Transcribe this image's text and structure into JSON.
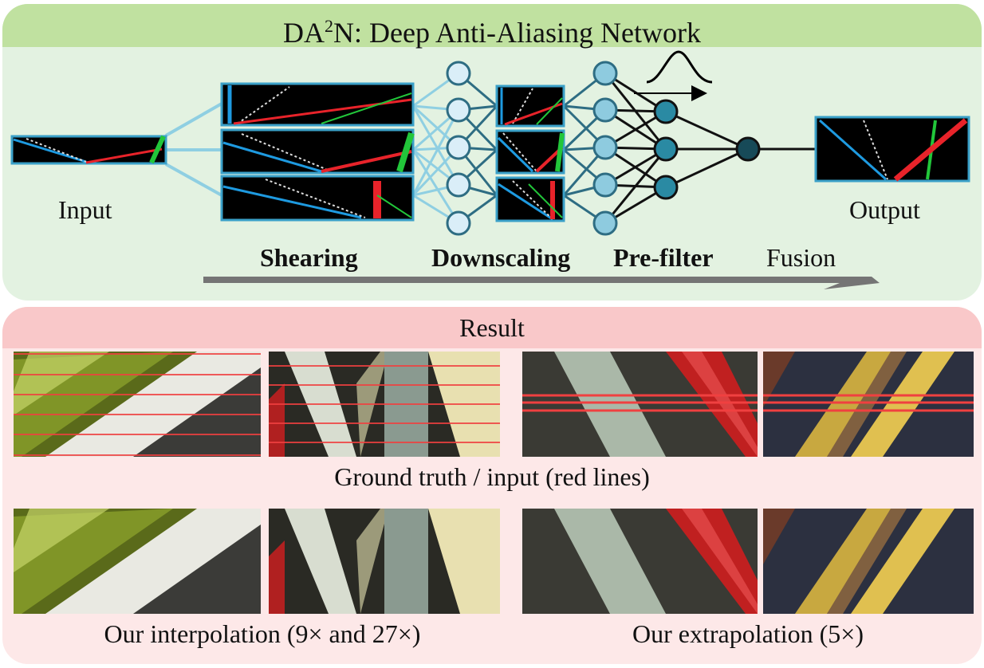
{
  "title": {
    "prefix": "DA",
    "sup": "2",
    "suffix": "N: Deep Anti-Aliasing Network"
  },
  "network": {
    "input_label": "Input",
    "output_label": "Output",
    "stages": [
      "Shearing",
      "Downscaling",
      "Pre-filter",
      "Fusion"
    ]
  },
  "result": {
    "header": "Result",
    "caption_ground_truth": "Ground truth / input (red lines)",
    "caption_interpolation": "Our interpolation (9× and 27×)",
    "caption_extrapolation": "Our extrapolation (5×)"
  },
  "colors": {
    "top_panel_bg": "#e3f2e1",
    "top_header_bg": "#c0e1a0",
    "bottom_panel_bg": "#fde8e8",
    "bottom_header_bg": "#f9c8c9",
    "line_blue": "#1e9ae0",
    "line_red": "#e8232a",
    "line_green": "#22c63a",
    "node_light": "#daeef8",
    "node_mid": "#8ecbdf",
    "node_dark": "#2a8aa3",
    "node_output": "#174a58",
    "connection": "#8fcfe2",
    "arrow_gray": "#757575"
  }
}
